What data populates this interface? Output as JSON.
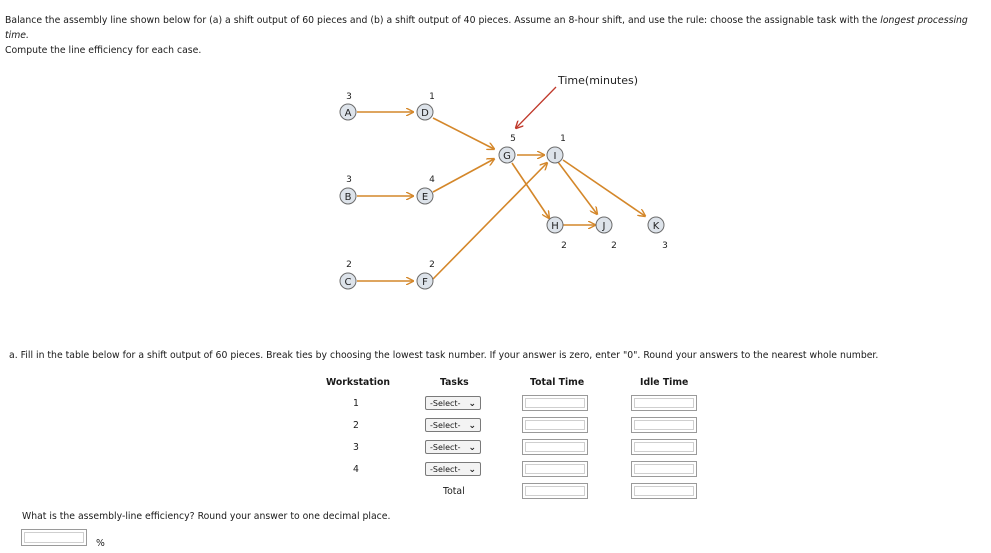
{
  "problem": {
    "intro_text_1": "Balance the assembly line shown below for (a) a shift output of 60 pieces and (b) a shift output of 40 pieces. Assume an 8-hour shift, and use the rule: choose the assignable task with the ",
    "intro_emphasis": "longest processing time.",
    "intro_text_2": "Compute the line efficiency for each case."
  },
  "diagram": {
    "time_label": "Time(minutes)",
    "tasks": [
      {
        "id": "A",
        "time": "3"
      },
      {
        "id": "B",
        "time": "3"
      },
      {
        "id": "C",
        "time": "2"
      },
      {
        "id": "D",
        "time": "1"
      },
      {
        "id": "E",
        "time": "4"
      },
      {
        "id": "F",
        "time": "2"
      },
      {
        "id": "G",
        "time": "5"
      },
      {
        "id": "I",
        "time": "1"
      },
      {
        "id": "H",
        "time": "2"
      },
      {
        "id": "J",
        "time": "2"
      },
      {
        "id": "K",
        "time": "3"
      }
    ]
  },
  "part_a": {
    "instruction": "a. Fill in the table below for a shift output of 60 pieces. Break ties by choosing the lowest task number. If your answer is zero, enter \"0\". Round your answers to the nearest whole number.",
    "headers": {
      "workstation": "Workstation",
      "tasks": "Tasks",
      "total_time": "Total Time",
      "idle_time": "Idle Time"
    },
    "rows": [
      {
        "workstation": "1",
        "tasks_select": "-Select-"
      },
      {
        "workstation": "2",
        "tasks_select": "-Select-"
      },
      {
        "workstation": "3",
        "tasks_select": "-Select-"
      },
      {
        "workstation": "4",
        "tasks_select": "-Select-"
      }
    ],
    "total_label": "Total"
  },
  "efficiency": {
    "question": "What is the assembly-line efficiency? Round your answer to one decimal place.",
    "unit": "%",
    "value": ""
  },
  "colors": {
    "arrow": "#d4872a",
    "pointer": "#c0392b",
    "node_fill": "#dde3ea"
  },
  "icons": {
    "select_chevron": "chevron-down-icon"
  }
}
